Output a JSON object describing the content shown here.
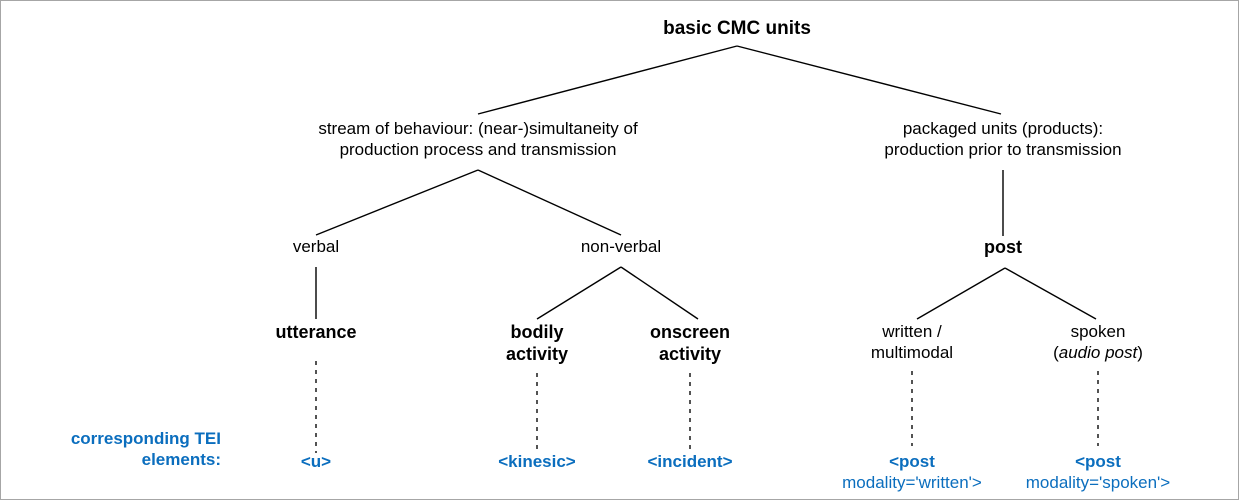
{
  "figure": {
    "border_color": "#a6a6a6",
    "background": "#ffffff",
    "text_color": "#000000",
    "accent_color": "#0b6ebe"
  },
  "tree": {
    "root": {
      "label": "basic CMC units"
    },
    "level2": {
      "stream": {
        "line1": "stream of behaviour: (near-)simultaneity of",
        "line2": "production process and transmission"
      },
      "packaged": {
        "line1": "packaged units (products):",
        "line2": "production prior to transmission"
      }
    },
    "level3": {
      "verbal": "verbal",
      "non_verbal": "non-verbal",
      "post": "post"
    },
    "level4": {
      "utterance": "utterance",
      "bodily": {
        "line1": "bodily",
        "line2": "activity"
      },
      "onscreen": {
        "line1": "onscreen",
        "line2": "activity"
      },
      "written": {
        "line1": "written /",
        "line2": "multimodal"
      },
      "spoken": {
        "line1": "spoken",
        "line2_prefix": "(",
        "line2_italic": "audio post",
        "line2_suffix": ")"
      }
    }
  },
  "tei": {
    "caption": {
      "line1": "corresponding TEI",
      "line2": "elements:"
    },
    "u": "<u>",
    "kinesic": "<kinesic>",
    "incident": "<incident>",
    "post_written": {
      "element": "<post",
      "attribute": "modality='written'>"
    },
    "post_spoken": {
      "element": "<post",
      "attribute": "modality='spoken'>"
    }
  }
}
